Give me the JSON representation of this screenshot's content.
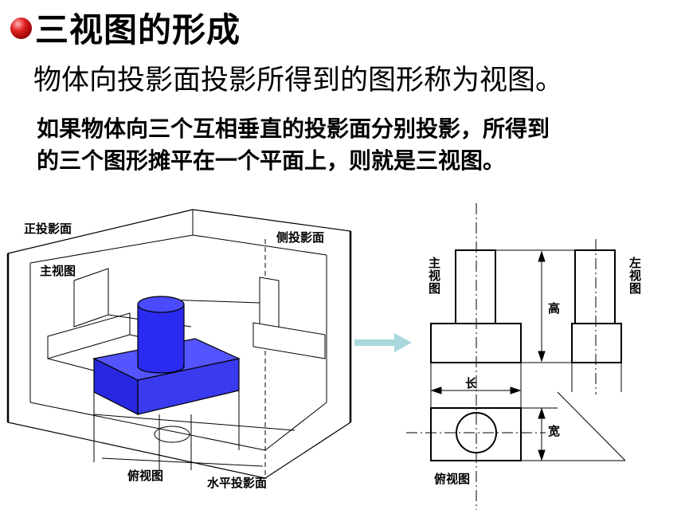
{
  "title": "三视图的形成",
  "subtitle": "物体向投影面投影所得到的图形称为视图。",
  "paragraph": {
    "line1": "如果物体向三个互相垂直的投影面分别投影，所得到",
    "line2": "的三个图形摊平在一个平面上，则就是三视图。"
  },
  "left_figure": {
    "front_plane": "正投影面",
    "side_plane": "侧投影面",
    "front_view": "主视图",
    "top_view": "俯视图",
    "horizontal_plane": "水平投影面"
  },
  "right_figure": {
    "front_view": "主视图",
    "left_view": "左视图",
    "height": "高",
    "length": "长",
    "width": "宽",
    "top_view": "俯视图"
  },
  "colors": {
    "solid_blue": "#3333ee",
    "arrow": "#a8d8dc",
    "bullet": "#cc1111"
  }
}
